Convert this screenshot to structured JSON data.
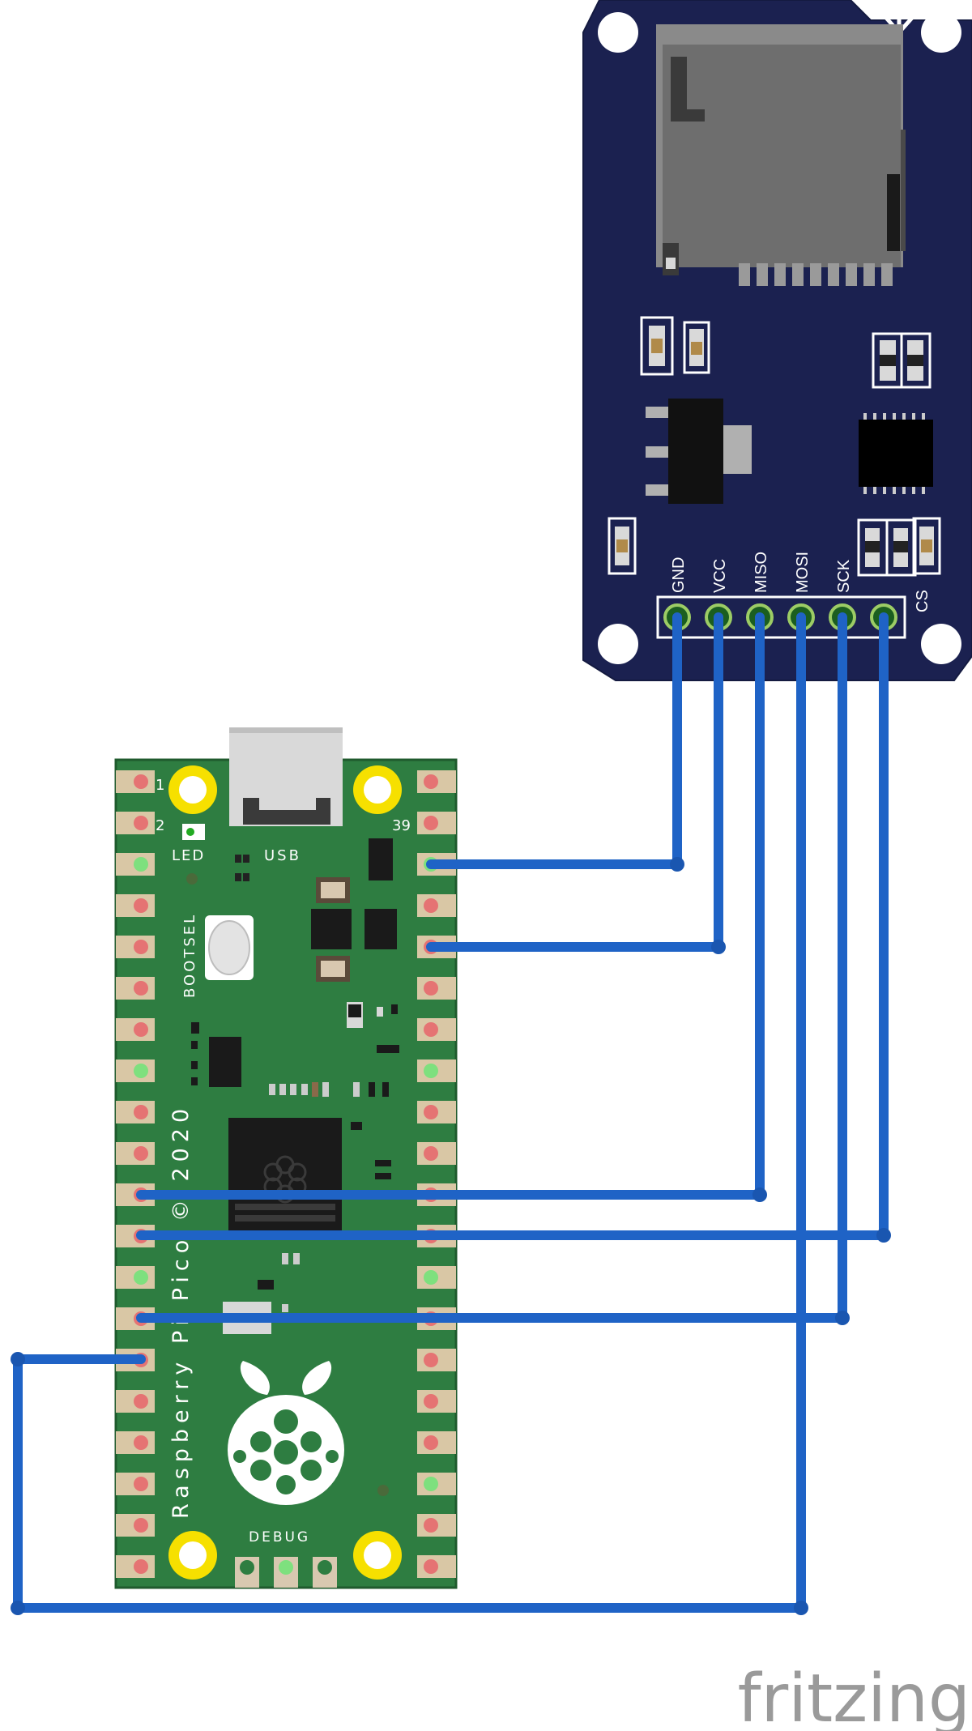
{
  "sd_module": {
    "pin_labels": [
      "GND",
      "VCC",
      "MISO",
      "MOSI",
      "SCK",
      "CS"
    ],
    "board_color": "#1b2150"
  },
  "pico": {
    "board_color": "#2e7d41",
    "silk": {
      "pin_1": "1",
      "pin_2": "2",
      "pin_39": "39",
      "led": "LED",
      "usb": "USB",
      "bootsel": "BOOTSEL",
      "name": "Raspberry Pi Pico © 2020",
      "debug": "DEBUG"
    }
  },
  "wire_color": "#1f63c6",
  "brand": "fritzing"
}
